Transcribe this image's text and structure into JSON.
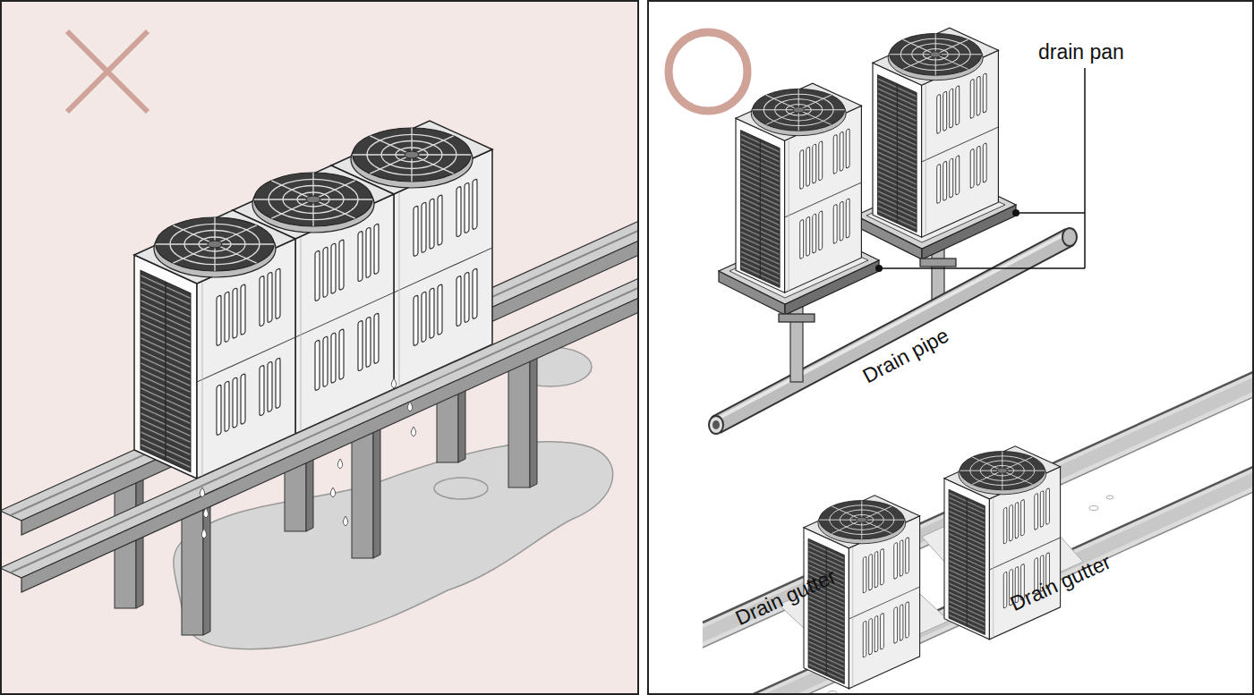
{
  "diagram": {
    "labels": [
      "drain pan",
      "Drain pipe",
      "Drain gutter",
      "Drain gutter"
    ]
  }
}
